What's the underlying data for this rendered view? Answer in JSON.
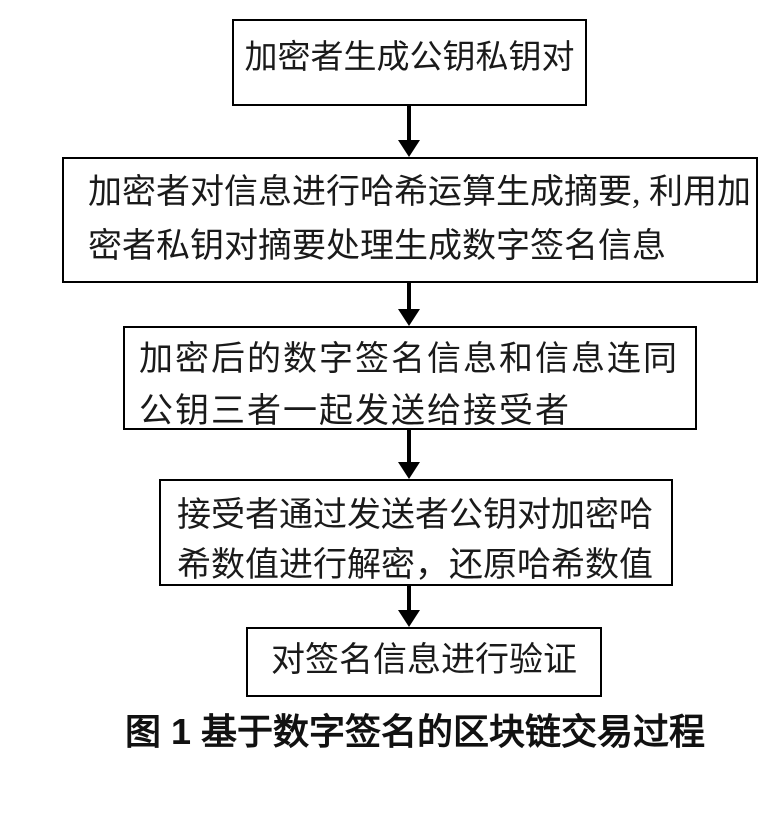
{
  "figure": {
    "type": "flowchart",
    "caption": "图 1  基于数字签名的区块链交易过程",
    "colors": {
      "line": "#000000",
      "text": "#1a1a1a",
      "background": "#ffffff"
    },
    "steps": [
      {
        "lines": [
          "加密者生成公钥私钥对"
        ]
      },
      {
        "lines": [
          "加密者对信息进行哈希运算生成摘要, 利用加",
          "密者私钥对摘要处理生成数字签名信息"
        ]
      },
      {
        "lines": [
          "加密后的数字签名信息和信息连同",
          "公钥三者一起发送给接受者"
        ]
      },
      {
        "lines": [
          "接受者通过发送者公钥对加密哈",
          "希数值进行解密，还原哈希数值"
        ]
      },
      {
        "lines": [
          "对签名信息进行验证"
        ]
      }
    ]
  }
}
